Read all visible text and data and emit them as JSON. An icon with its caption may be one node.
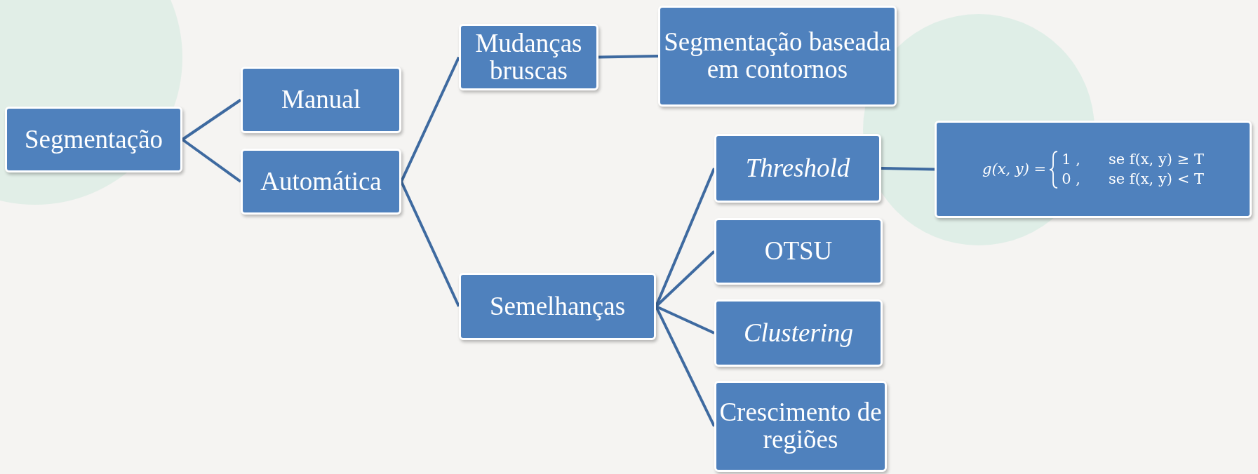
{
  "diagram": {
    "nodes": [
      {
        "text": [
          "Segmentação"
        ]
      },
      {
        "text": [
          "Manual"
        ]
      },
      {
        "text": [
          "Automática"
        ]
      },
      {
        "text": [
          "Mudanças bruscas"
        ]
      },
      {
        "text": [
          "Segmentação baseada em contornos"
        ]
      },
      {
        "text": [
          "Semelhanças"
        ]
      },
      {
        "text": [
          "Threshold"
        ]
      },
      {
        "text": [
          "g(x, y) =",
          "1 ,",
          "se f(x, y) ≥ T",
          "0 ,",
          "se f(x, y) < T"
        ]
      },
      {
        "text": [
          "OTSU"
        ]
      },
      {
        "text": [
          "Clustering"
        ]
      },
      {
        "text": [
          "Crescimento de regiões"
        ]
      }
    ],
    "edges": [
      {
        "from": 0,
        "to": 1,
        "arrow": "none"
      },
      {
        "from": 0,
        "to": 2,
        "arrow": "none"
      },
      {
        "from": 2,
        "to": 3,
        "arrow": "none"
      },
      {
        "from": 2,
        "to": 5,
        "arrow": "none"
      },
      {
        "from": 3,
        "to": 4,
        "arrow": "none"
      },
      {
        "from": 5,
        "to": 6,
        "arrow": "none"
      },
      {
        "from": 5,
        "to": 8,
        "arrow": "none"
      },
      {
        "from": 5,
        "to": 9,
        "arrow": "none"
      },
      {
        "from": 5,
        "to": 10,
        "arrow": "none"
      },
      {
        "from": 6,
        "to": 7,
        "arrow": "none"
      }
    ]
  }
}
